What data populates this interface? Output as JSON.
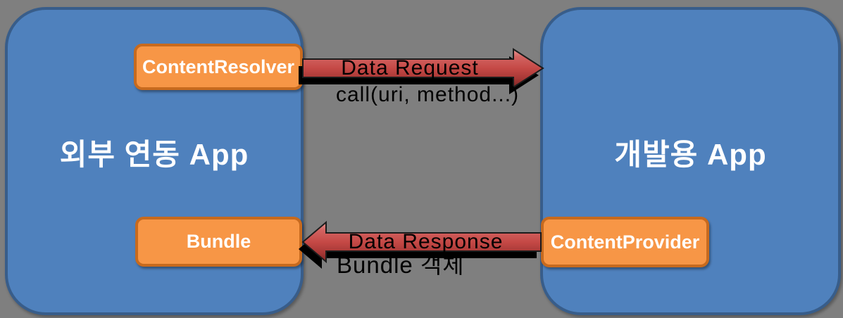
{
  "background_color": "#7F7F7F",
  "app_fill_color": "#4F81BD",
  "app_border_color": "#385D8A",
  "component_fill_color": "#F79646",
  "component_border_color": "#C76A1E",
  "arrow_fill_color": "#C0504D",
  "left_app": {
    "title": "외부 연동 App",
    "component_top": {
      "label": "ContentResolver"
    },
    "component_bottom": {
      "label": "Bundle"
    }
  },
  "right_app": {
    "title": "개발용 App",
    "component_bottom": {
      "label": "ContentProvider"
    }
  },
  "arrows": {
    "request": {
      "label": "Data Request",
      "sublabel": "call(uri, method...)",
      "direction": "right"
    },
    "response": {
      "label": "Data Response",
      "sublabel": "Bundle 객체",
      "direction": "left"
    }
  }
}
